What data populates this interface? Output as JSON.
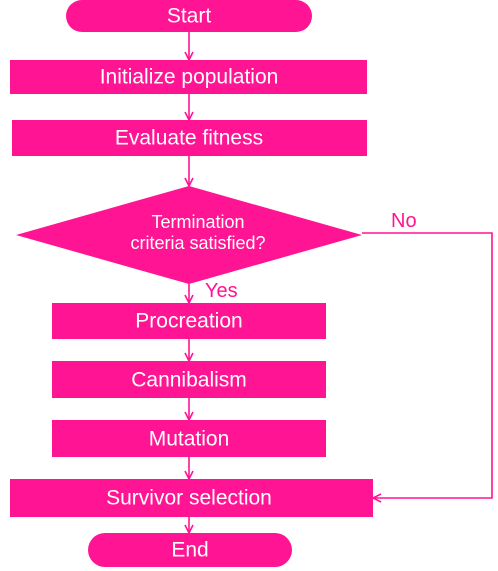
{
  "colors": {
    "primary": "#ff1493",
    "text_on_primary": "#ffffff",
    "background": "#ffffff"
  },
  "flowchart": {
    "nodes": {
      "start": "Start",
      "initialize": "Initialize population",
      "evaluate": "Evaluate fitness",
      "termination_line1": "Termination",
      "termination_line2": "criteria satisfied?",
      "procreation": "Procreation",
      "cannibalism": "Cannibalism",
      "mutation": "Mutation",
      "survivor": "Survivor selection",
      "end": "End"
    },
    "edges": {
      "yes_label": "Yes",
      "no_label": "No"
    }
  }
}
